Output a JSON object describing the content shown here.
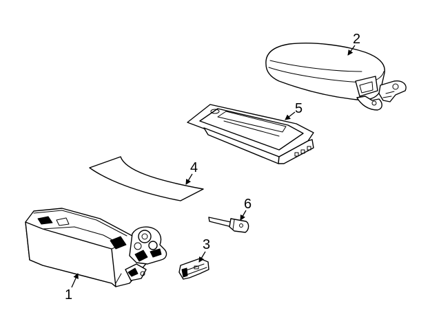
{
  "callouts": {
    "c1": "1",
    "c2": "2",
    "c3": "3",
    "c4": "4",
    "c5": "5",
    "c6": "6"
  },
  "colors": {
    "background": "#ffffff",
    "line": "#000000"
  }
}
